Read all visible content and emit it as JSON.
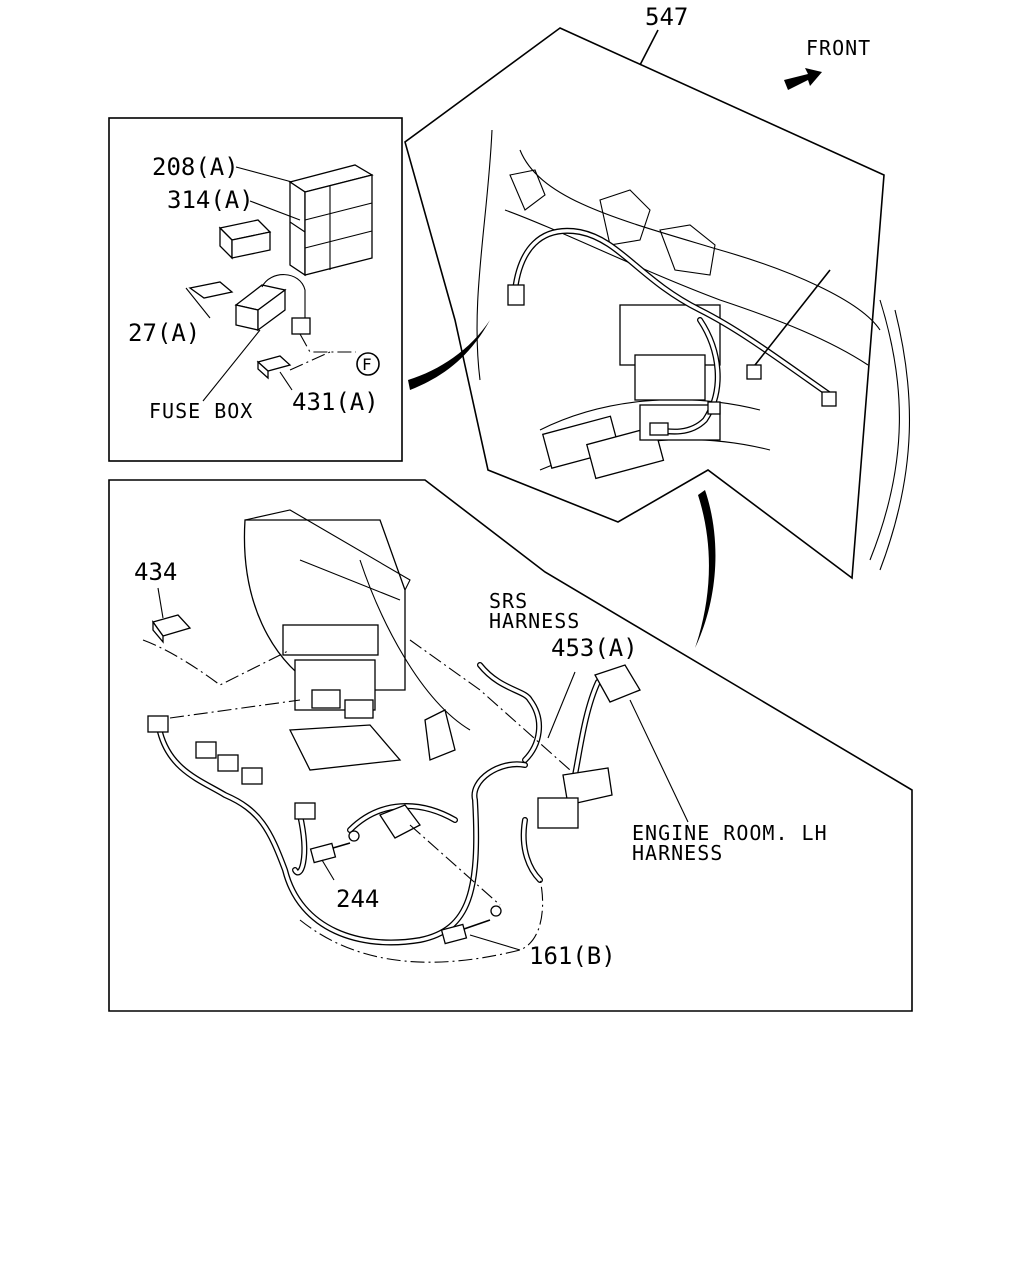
{
  "title": "547",
  "direction": {
    "label": "FRONT"
  },
  "callouts": {
    "c208a": "208(A)",
    "c314a": "314(A)",
    "c27a": "27(A)",
    "fuse_box": "FUSE BOX",
    "c431a": "431(A)",
    "ref_f": "F",
    "c434": "434",
    "srs_line1": "SRS",
    "srs_line2": "HARNESS",
    "c453a": "453(A)",
    "eng_line1": "ENGINE ROOM. LH",
    "eng_line2": "HARNESS",
    "c244": "244",
    "c161b": "161(B)"
  }
}
